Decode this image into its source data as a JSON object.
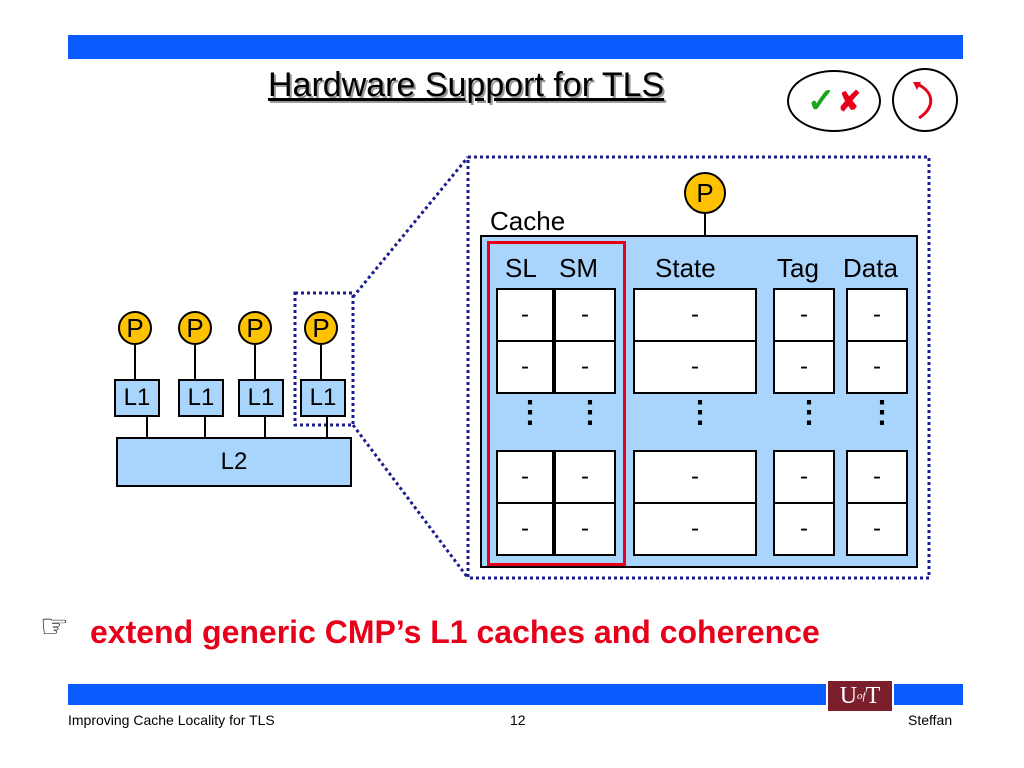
{
  "slide": {
    "title": "Hardware Support for TLS",
    "badges": [
      {
        "name": "check-cross-badge",
        "check": "✓",
        "cross": "✘"
      },
      {
        "name": "curved-arrow-badge"
      }
    ]
  },
  "left_diagram": {
    "processors": [
      "P",
      "P",
      "P",
      "P"
    ],
    "l1_caches": [
      "L1",
      "L1",
      "L1",
      "L1"
    ],
    "l2_label": "L2"
  },
  "zoom": {
    "processor_label": "P",
    "cache_label": "Cache",
    "columns": [
      "SL",
      "SM",
      "State",
      "Tag",
      "Data"
    ],
    "cell_value": "-",
    "ellipsis": "⋮"
  },
  "bullet": {
    "icon": "☞",
    "text": "extend generic CMP’s L1 caches and coherence"
  },
  "footer": {
    "left": "Improving Cache Locality for TLS",
    "page": "12",
    "right": "Steffan",
    "logo_text": {
      "u": "U",
      "of": "of",
      "t": "T"
    }
  },
  "colors": {
    "bar": "#0a5bff",
    "processor": "#ffc200",
    "cache_fill": "#a9d4fb",
    "highlight": "#e8001b",
    "dotted": "#1c1d8c"
  }
}
